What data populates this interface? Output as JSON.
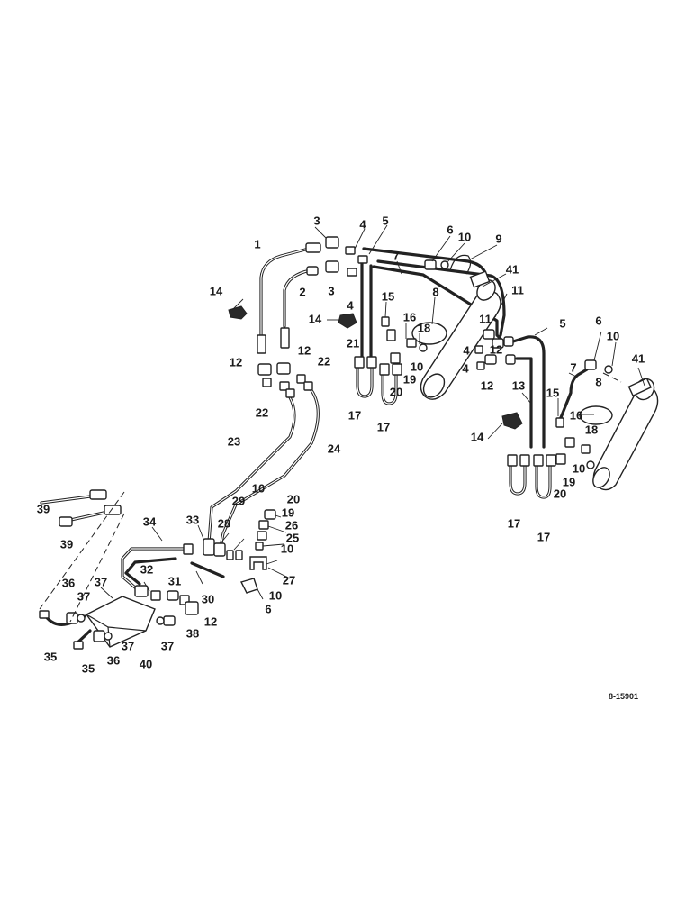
{
  "figure_code": "8-15901",
  "callouts": [
    {
      "text": "1"
    },
    {
      "text": "2"
    },
    {
      "text": "3"
    },
    {
      "text": "3"
    },
    {
      "text": "4"
    },
    {
      "text": "4"
    },
    {
      "text": "5"
    },
    {
      "text": "6"
    },
    {
      "text": "10"
    },
    {
      "text": "9"
    },
    {
      "text": "41"
    },
    {
      "text": "7"
    },
    {
      "text": "8"
    },
    {
      "text": "11"
    },
    {
      "text": "14"
    },
    {
      "text": "14"
    },
    {
      "text": "15"
    },
    {
      "text": "16"
    },
    {
      "text": "18"
    },
    {
      "text": "21"
    },
    {
      "text": "11"
    },
    {
      "text": "4"
    },
    {
      "text": "12"
    },
    {
      "text": "4"
    },
    {
      "text": "12"
    },
    {
      "text": "10"
    },
    {
      "text": "19"
    },
    {
      "text": "20"
    },
    {
      "text": "12"
    },
    {
      "text": "12"
    },
    {
      "text": "22"
    },
    {
      "text": "22"
    },
    {
      "text": "17"
    },
    {
      "text": "17"
    },
    {
      "text": "5"
    },
    {
      "text": "6"
    },
    {
      "text": "10"
    },
    {
      "text": "41"
    },
    {
      "text": "7"
    },
    {
      "text": "13"
    },
    {
      "text": "8"
    },
    {
      "text": "15"
    },
    {
      "text": "14"
    },
    {
      "text": "16"
    },
    {
      "text": "18"
    },
    {
      "text": "10"
    },
    {
      "text": "19"
    },
    {
      "text": "20"
    },
    {
      "text": "17"
    },
    {
      "text": "17"
    },
    {
      "text": "23"
    },
    {
      "text": "24"
    },
    {
      "text": "10"
    },
    {
      "text": "29"
    },
    {
      "text": "20"
    },
    {
      "text": "19"
    },
    {
      "text": "26"
    },
    {
      "text": "25"
    },
    {
      "text": "10"
    },
    {
      "text": "27"
    },
    {
      "text": "10"
    },
    {
      "text": "6"
    },
    {
      "text": "33"
    },
    {
      "text": "28"
    },
    {
      "text": "34"
    },
    {
      "text": "30"
    },
    {
      "text": "32"
    },
    {
      "text": "31"
    },
    {
      "text": "37"
    },
    {
      "text": "36"
    },
    {
      "text": "37"
    },
    {
      "text": "39"
    },
    {
      "text": "39"
    },
    {
      "text": "12"
    },
    {
      "text": "38"
    },
    {
      "text": "37"
    },
    {
      "text": "37"
    },
    {
      "text": "35"
    },
    {
      "text": "35"
    },
    {
      "text": "36"
    },
    {
      "text": "40"
    }
  ]
}
